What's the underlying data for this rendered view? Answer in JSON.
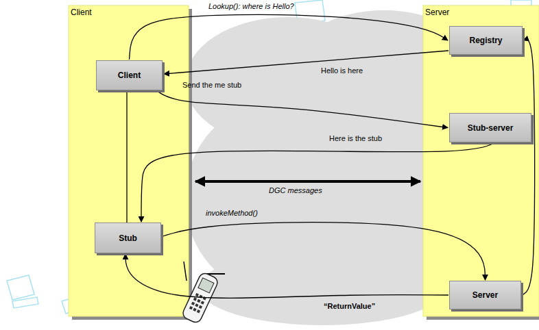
{
  "diagram": {
    "nodes": [
      {
        "text": [
          "Client"
        ]
      },
      {
        "text": [
          "Server"
        ]
      },
      {
        "text": [
          "Registry"
        ],
        "in": 1
      },
      {
        "text": [
          "Client"
        ],
        "in": 0
      },
      {
        "text": [
          "Stub-server"
        ],
        "in": 1
      },
      {
        "text": [
          "Stub"
        ],
        "in": 0
      },
      {
        "text": [
          "Server"
        ],
        "in": 1
      }
    ],
    "edges": [
      {
        "from": 3,
        "to": 2,
        "label": "Lookup(): where is Hello?",
        "arrow": "to"
      },
      {
        "from": 2,
        "to": 3,
        "label": "Hello is here",
        "arrow": "to"
      },
      {
        "from": 3,
        "to": 4,
        "label": "Send the me stub",
        "arrow": "to"
      },
      {
        "from": 4,
        "to": 5,
        "label": "Here is the stub",
        "arrow": "to"
      },
      {
        "from": 3,
        "to": 5,
        "arrow": "none"
      },
      {
        "from": 5,
        "to": 6,
        "label": "invokeMethod()",
        "arrow": "to"
      },
      {
        "from": 6,
        "to": 5,
        "label": "“ReturnValue”",
        "arrow": "to"
      },
      {
        "from": 6,
        "to": 2,
        "arrow": "to"
      },
      {
        "from": 0,
        "to": 1,
        "label": "DGC messages",
        "arrow": "both"
      }
    ]
  }
}
